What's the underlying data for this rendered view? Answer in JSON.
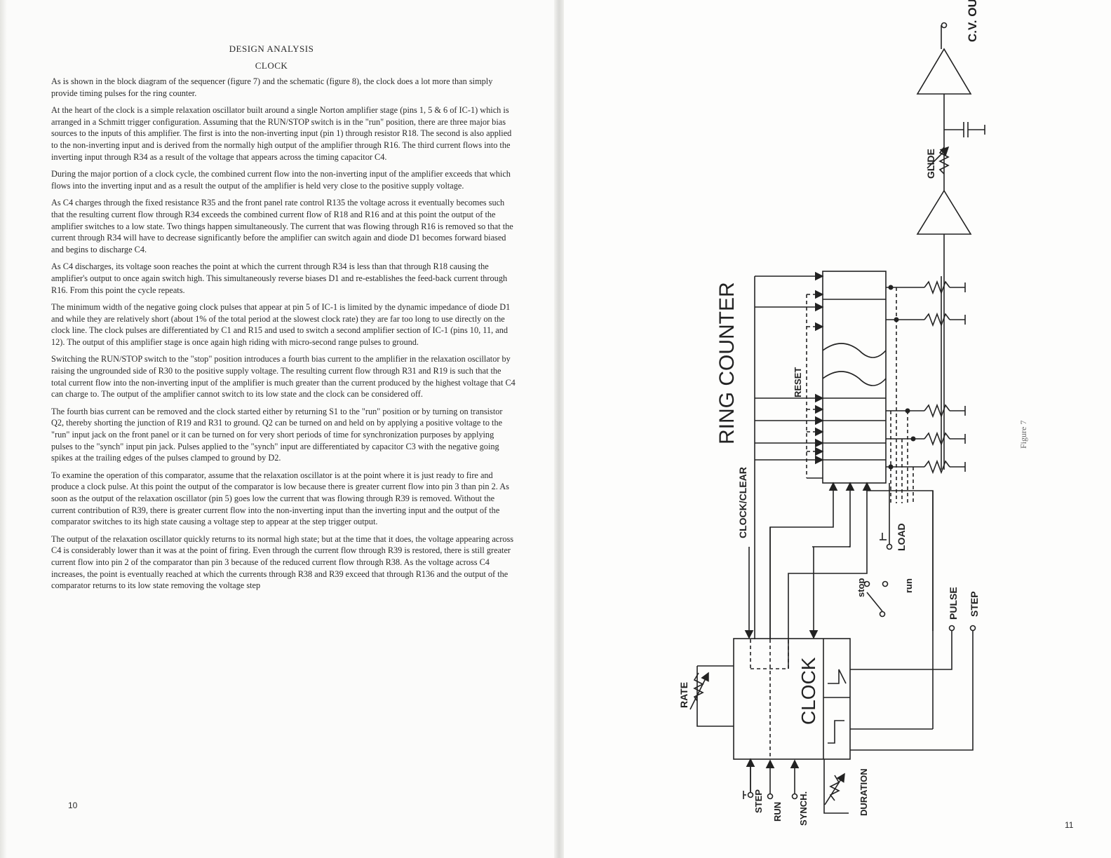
{
  "left_page": {
    "heading": "DESIGN ANALYSIS",
    "subheading": "CLOCK",
    "paragraphs": [
      "As is shown in the block diagram of the sequencer (figure 7) and the schematic (figure 8), the clock does a lot more than simply provide timing pulses for the ring counter.",
      "At the heart of the clock is a simple relaxation oscillator built around a single Norton amplifier stage (pins 1, 5 & 6 of IC-1) which is arranged in a Schmitt trigger configuration. Assuming that the RUN/STOP switch is in the \"run\" position, there are three major bias sources to the inputs of this amplifier. The first is into the non-inverting input (pin 1) through resistor R18. The second is also applied to the non-inverting input and is derived from the normally high output of the amplifier through R16. The third current flows into the inverting input through R34 as a result of the voltage that appears across the timing capacitor C4.",
      "During the major portion of a clock cycle, the combined current flow into the non-inverting input of the amplifier exceeds that which flows into the inverting input and as a result the output of the amplifier is held very close to the positive supply voltage.",
      "As C4 charges through the fixed resistance R35 and the front panel rate control R135 the voltage across it eventually becomes such that the resulting current flow through R34 exceeds the combined current flow of R18 and R16 and at this point the output of the amplifier switches to a low state. Two things happen simultaneously. The current that was flowing through R16 is removed so that the current through R34 will have to decrease significantly before the amplifier can switch again and diode D1 becomes forward biased and begins to discharge C4.",
      "As C4 discharges, its voltage soon reaches the point at which the current through R34 is less than that through R18 causing the amplifier's output to once again switch high. This simultaneously reverse biases D1 and re-establishes the feed-back current through R16. From this point the cycle repeats.",
      "The minimum width of the negative going clock pulses that appear at pin 5 of IC-1 is limited by the dynamic impedance of diode D1 and while they are relatively short (about 1% of the total period at the slowest clock rate) they are far too long to use directly on the clock line. The clock pulses are differentiated by C1 and R15 and used to switch a second amplifier section of IC-1 (pins 10, 11, and 12). The output of this amplifier stage is once again high riding with micro-second range pulses to ground.",
      "Switching the RUN/STOP switch to the \"stop\" position introduces a fourth bias current to the amplifier in the relaxation oscillator by raising the ungrounded side of R30 to the positive supply voltage. The resulting current flow through R31 and R19 is such that the total current flow into the non-inverting input of the amplifier is much greater than the current produced by the highest voltage that C4 can charge to. The output of the amplifier cannot switch to its low state and the clock can be considered off.",
      "The fourth bias current can be removed and the clock started either by returning S1 to the \"run\" position or by turning on transistor Q2, thereby shorting the junction of R19 and R31 to ground. Q2 can be turned on and held on by applying a positive voltage to the \"run\" input jack on the front panel or it can be turned on for very short periods of time for synchronization purposes by applying pulses to the \"synch\" input pin jack. Pulses applied to the \"synch\" input are differentiated by capacitor C3 with the negative going spikes at the trailing edges of the pulses clamped to ground by D2.",
      "To examine the operation of this comparator, assume that the relaxation oscillator is at the point where it is just ready to fire and produce a clock pulse. At this point the output of the comparator is low because there is greater current flow into pin 3 than pin 2. As soon as the output of the relaxation oscillator (pin 5) goes low the current that was flowing through R39 is removed. Without the current contribution of R39, there is greater current flow into the non-inverting input than the inverting input and the output of the comparator switches to its high state causing a voltage step to appear at the step trigger output.",
      "The output of the relaxation oscillator quickly returns to its normal high state; but at the time that it does, the voltage appearing across C4 is considerably lower than it was at the point of firing. Even through the current flow through R39 is restored, there is still greater current flow into pin 2 of the comparator than pin 3 because of the reduced current flow through R38. As the voltage across C4 increases, the point is eventually reached at which the currents through R38 and R39 exceed that through R136 and the output of the comparator returns to its low state removing the voltage step"
    ],
    "page_number": "10"
  },
  "right_page": {
    "figure_caption": "Figure 7",
    "page_number": "11",
    "labels": {
      "cv_out": "C.V. OUT",
      "glide": "GLIDE",
      "ring_counter": "RING COUNTER",
      "reset": "RESET",
      "clock_clear": "CLOCK/CLEAR",
      "load": "LOAD",
      "stop": "stop",
      "run_switch": "run",
      "pulse": "PULSE",
      "step_out": "STEP",
      "rate": "RATE",
      "clock": "CLOCK",
      "step_in": "STEP",
      "run_in": "RUN",
      "synch": "SYNCH.",
      "duration": "DURATION"
    }
  }
}
